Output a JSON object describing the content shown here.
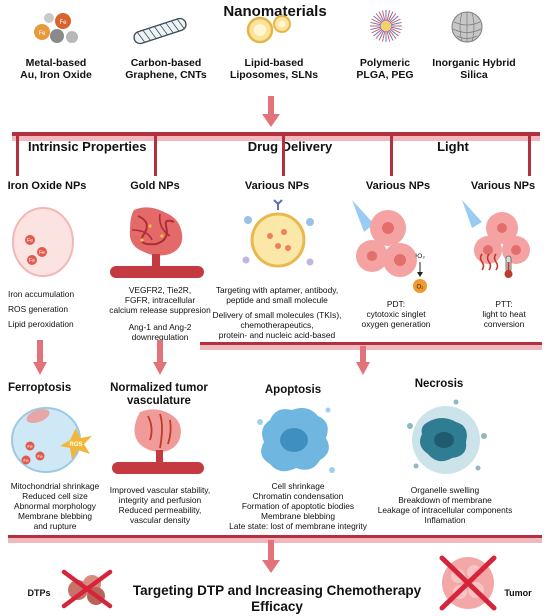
{
  "header": {
    "title": "Nanomaterials"
  },
  "classes": [
    {
      "line1": "Metal-based",
      "line2": "Au, Iron Oxide"
    },
    {
      "line1": "Carbon-based",
      "line2": "Graphene, CNTs"
    },
    {
      "line1": "Lipid-based",
      "line2": "Liposomes, SLNs"
    },
    {
      "line1": "Polymeric",
      "line2": "PLGA, PEG"
    },
    {
      "line1": "Inorganic Hybrid",
      "line2": "Silica"
    }
  ],
  "sections": {
    "intrinsic": "Intrinsic Properties",
    "delivery": "Drug Delivery",
    "light": "Light"
  },
  "np_types": [
    "Iron Oxide NPs",
    "Gold NPs",
    "Various NPs",
    "Various NPs",
    "Various NPs"
  ],
  "icon_labels": {
    "fe": "Fe",
    "ros": "ROS",
    "singlet_oxygen": "³O₂",
    "o2": "O₂"
  },
  "notes": {
    "iron": [
      "Iron accumulation",
      "ROS generation",
      "Lipid peroxidation"
    ],
    "gold_a": [
      "VEGFR2, Tie2R,",
      "FGFR, intracellular",
      "calcium release suppresion"
    ],
    "gold_b": [
      "Ang-1 and Ang-2",
      "downregulation"
    ],
    "various_a": [
      "Targeting with aptamer, antibody,",
      "peptide and small molecule"
    ],
    "various_b": [
      "Delivery of small molecules (TKIs),",
      "chemotherapeutics,",
      "protein- and nucleic acid-based drugs"
    ],
    "pdt": [
      "PDT:",
      "cytotoxic singlet",
      "oxygen generation"
    ],
    "ptt": [
      "PTT:",
      "light to heat",
      "conversion"
    ]
  },
  "outcomes": {
    "ferroptosis": {
      "title": "Ferroptosis",
      "lines": [
        "Mitochondrial shrinkage",
        "Reduced cell size",
        "Abnormal morphology",
        "Membrane blebbing",
        "and rupture"
      ]
    },
    "vasculature": {
      "title": [
        "Normalized tumor",
        "vasculature"
      ],
      "lines": [
        "Improved vascular stability,",
        "integrity and perfusion",
        "Reduced permeability,",
        "vascular density"
      ]
    },
    "apoptosis": {
      "title": "Apoptosis",
      "lines": [
        "Cell shrinkage",
        "Chromatin condensation",
        "Formation of apoptotic biodies",
        "Membrane blebbing",
        "Late state: lost of membrane integrity"
      ]
    },
    "necrosis": {
      "title": "Necrosis",
      "lines": [
        "Organelle swelling",
        "Breakdown of membrane",
        "Leakage of intracellular components",
        "Inflamation"
      ]
    }
  },
  "footer": {
    "main": "Targeting DTP and Increasing Chemotherapy Efficacy",
    "left": "DTPs",
    "right": "Tumor"
  },
  "colors": {
    "accent": "#b4303e",
    "arrow": "#e2737a",
    "cell": "#f2a5a8",
    "apoptosis": "#6fb7e0",
    "necrosis": "#2f7d93"
  }
}
